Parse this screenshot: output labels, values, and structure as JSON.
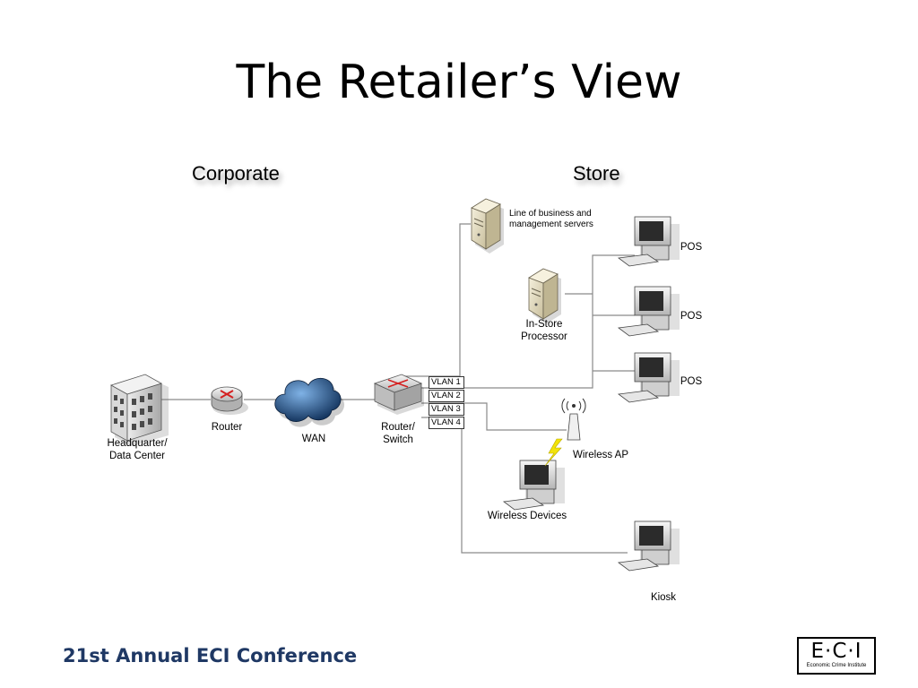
{
  "title": "The Retailer’s View",
  "sections": {
    "corporate": "Corporate",
    "store": "Store"
  },
  "nodes": {
    "headquarter": "Headquarter/\nData Center",
    "router": "Router",
    "wan": "WAN",
    "router_switch": "Router/\nSwitch",
    "lob_servers": "Line of business and\nmanagement servers",
    "instore": "In-Store\nProcessor",
    "pos1": "POS",
    "pos2": "POS",
    "pos3": "POS",
    "wireless_ap": "Wireless AP",
    "wireless_devices": "Wireless Devices",
    "kiosk": "Kiosk"
  },
  "vlans": [
    "VLAN 1",
    "VLAN 2",
    "VLAN 3",
    "VLAN 4"
  ],
  "footer": "21st Annual ECI Conference",
  "logo": {
    "main": "E·C·I",
    "sub": "Economic Crime Institute"
  }
}
